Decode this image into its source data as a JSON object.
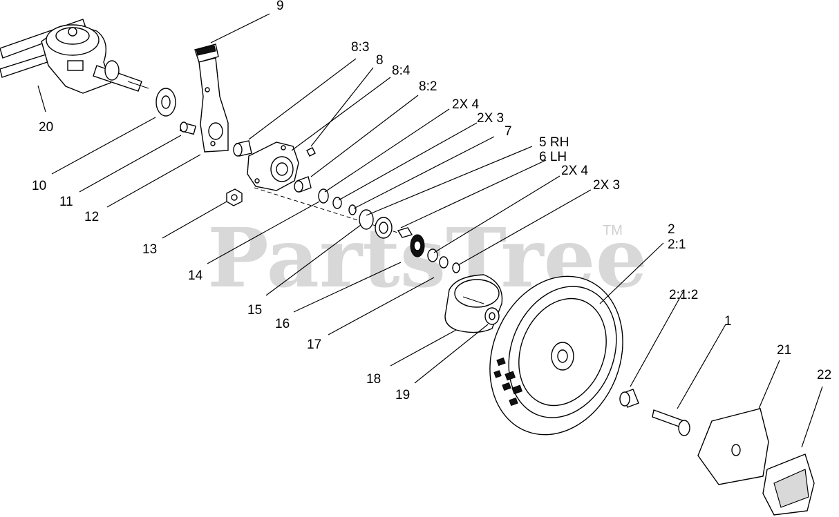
{
  "watermark": {
    "text": "PartsTree",
    "trademark": "TM"
  },
  "callouts": [
    {
      "id": "c-9",
      "text": "9"
    },
    {
      "id": "c-20",
      "text": "20"
    },
    {
      "id": "c-8-3",
      "text": "8:3"
    },
    {
      "id": "c-8",
      "text": "8"
    },
    {
      "id": "c-8-4",
      "text": "8:4"
    },
    {
      "id": "c-8-2",
      "text": "8:2"
    },
    {
      "id": "c-2x4-a",
      "text": "2X 4"
    },
    {
      "id": "c-2x3-a",
      "text": "2X 3"
    },
    {
      "id": "c-7",
      "text": "7"
    },
    {
      "id": "c-5rh",
      "text": "5 RH"
    },
    {
      "id": "c-6lh",
      "text": "6 LH"
    },
    {
      "id": "c-2x4-b",
      "text": "2X 4"
    },
    {
      "id": "c-2x3-b",
      "text": "2X 3"
    },
    {
      "id": "c-10",
      "text": "10"
    },
    {
      "id": "c-11",
      "text": "11"
    },
    {
      "id": "c-12",
      "text": "12"
    },
    {
      "id": "c-13",
      "text": "13"
    },
    {
      "id": "c-14",
      "text": "14"
    },
    {
      "id": "c-15",
      "text": "15"
    },
    {
      "id": "c-16",
      "text": "16"
    },
    {
      "id": "c-17",
      "text": "17"
    },
    {
      "id": "c-18",
      "text": "18"
    },
    {
      "id": "c-19",
      "text": "19"
    },
    {
      "id": "c-2",
      "text": "2"
    },
    {
      "id": "c-2-1",
      "text": "2:1"
    },
    {
      "id": "c-2-1-2",
      "text": "2:1:2"
    },
    {
      "id": "c-1",
      "text": "1"
    },
    {
      "id": "c-21",
      "text": "21"
    },
    {
      "id": "c-22",
      "text": "22"
    }
  ]
}
